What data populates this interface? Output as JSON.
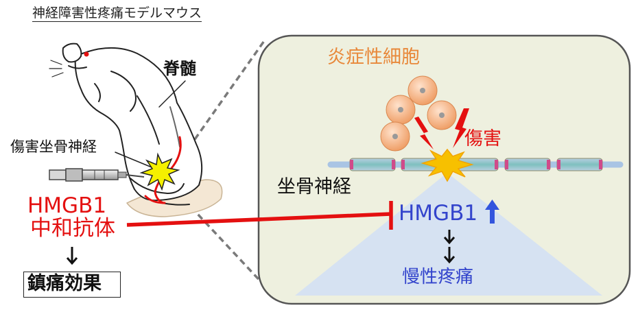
{
  "labels": {
    "title": "神経障害性疼痛モデルマウス",
    "spinal_cord": "脊髄",
    "injured_sciatic_nerve": "傷害坐骨神経",
    "hmgb1_left": "HMGB1",
    "neutralizing_antibody": "中和抗体",
    "analgesic_effect": "鎮痛効果",
    "inflammatory_cells": "炎症性細胞",
    "damage": "傷害",
    "sciatic_nerve": "坐骨神経",
    "hmgb1_right": "HMGB1",
    "chronic_pain": "慢性疼痛"
  },
  "colors": {
    "red": "#e41010",
    "blue": "#3344cc",
    "orange_text": "#e8883a",
    "cell_fill": "#f0a070",
    "panel_bg": "#eef0df",
    "pain_triangle": "#d6e2f2",
    "nerve": "#a9c4e4",
    "burst": "#f5c400"
  }
}
